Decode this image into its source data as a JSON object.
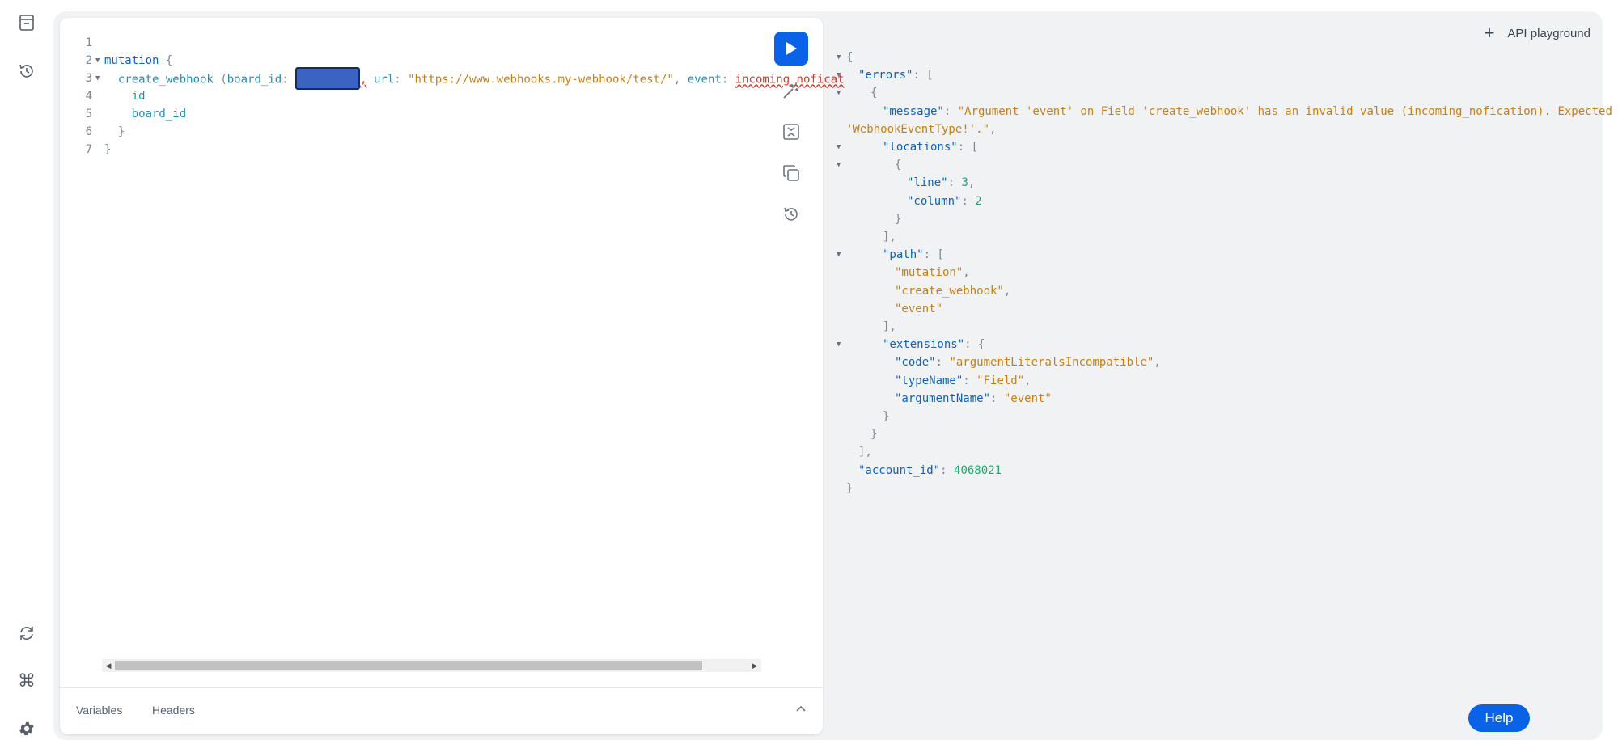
{
  "sidebar": {
    "top_icons": [
      "document-icon",
      "history-icon"
    ],
    "bottom_icons": [
      "refresh-icon",
      "command-icon",
      "gear-icon"
    ]
  },
  "editor": {
    "line_numbers": [
      "1",
      "2",
      "3",
      "4",
      "5",
      "6",
      "7"
    ],
    "code": {
      "l2_keyword": "mutation",
      "l2_brace": "{",
      "l3_field": "create_webhook",
      "l3_paren": "(",
      "l3_arg1": "board_id",
      "l3_colon": ":",
      "l3_comma": ",",
      "l3_arg2": "url",
      "l3_url": "\"https://www.webhooks.my-webhook/test/\"",
      "l3_arg3": "event",
      "l3_event_value": "incoming_noficat",
      "l4": "id",
      "l5": "board_id",
      "l6": "}",
      "l7": "}"
    },
    "tools": [
      "run-icon",
      "prettify-icon",
      "merge-fragments-icon",
      "copy-icon",
      "history-icon"
    ]
  },
  "bottom_tabs": {
    "variables": "Variables",
    "headers": "Headers"
  },
  "result": {
    "lines": [
      {
        "fold": true,
        "indent": 0,
        "parts": [
          {
            "c": "rp",
            "t": "{"
          }
        ]
      },
      {
        "fold": true,
        "indent": 1,
        "parts": [
          {
            "c": "rk",
            "t": "\"errors\""
          },
          {
            "c": "rp",
            "t": ": ["
          }
        ]
      },
      {
        "fold": true,
        "indent": 2,
        "parts": [
          {
            "c": "rp",
            "t": "{"
          }
        ]
      },
      {
        "fold": false,
        "indent": 3,
        "parts": [
          {
            "c": "rk",
            "t": "\"message\""
          },
          {
            "c": "rp",
            "t": ": "
          },
          {
            "c": "rs",
            "t": "\"Argument 'event' on Field 'create_webhook' has an invalid value (incoming_nofication). Expected type"
          }
        ]
      },
      {
        "fold": false,
        "indent": 0,
        "parts": [
          {
            "c": "rs",
            "t": "'WebhookEventType!'.\""
          },
          {
            "c": "rp",
            "t": ","
          }
        ]
      },
      {
        "fold": true,
        "indent": 3,
        "parts": [
          {
            "c": "rk",
            "t": "\"locations\""
          },
          {
            "c": "rp",
            "t": ": ["
          }
        ]
      },
      {
        "fold": true,
        "indent": 4,
        "parts": [
          {
            "c": "rp",
            "t": "{"
          }
        ]
      },
      {
        "fold": false,
        "indent": 5,
        "parts": [
          {
            "c": "rk",
            "t": "\"line\""
          },
          {
            "c": "rp",
            "t": ": "
          },
          {
            "c": "rn",
            "t": "3"
          },
          {
            "c": "rp",
            "t": ","
          }
        ]
      },
      {
        "fold": false,
        "indent": 5,
        "parts": [
          {
            "c": "rk",
            "t": "\"column\""
          },
          {
            "c": "rp",
            "t": ": "
          },
          {
            "c": "rn",
            "t": "2"
          }
        ]
      },
      {
        "fold": false,
        "indent": 4,
        "parts": [
          {
            "c": "rp",
            "t": "}"
          }
        ]
      },
      {
        "fold": false,
        "indent": 3,
        "parts": [
          {
            "c": "rp",
            "t": "],"
          }
        ]
      },
      {
        "fold": true,
        "indent": 3,
        "parts": [
          {
            "c": "rk",
            "t": "\"path\""
          },
          {
            "c": "rp",
            "t": ": ["
          }
        ]
      },
      {
        "fold": false,
        "indent": 4,
        "parts": [
          {
            "c": "rs",
            "t": "\"mutation\""
          },
          {
            "c": "rp",
            "t": ","
          }
        ]
      },
      {
        "fold": false,
        "indent": 4,
        "parts": [
          {
            "c": "rs",
            "t": "\"create_webhook\""
          },
          {
            "c": "rp",
            "t": ","
          }
        ]
      },
      {
        "fold": false,
        "indent": 4,
        "parts": [
          {
            "c": "rs",
            "t": "\"event\""
          }
        ]
      },
      {
        "fold": false,
        "indent": 3,
        "parts": [
          {
            "c": "rp",
            "t": "],"
          }
        ]
      },
      {
        "fold": true,
        "indent": 3,
        "parts": [
          {
            "c": "rk",
            "t": "\"extensions\""
          },
          {
            "c": "rp",
            "t": ": {"
          }
        ]
      },
      {
        "fold": false,
        "indent": 4,
        "parts": [
          {
            "c": "rk",
            "t": "\"code\""
          },
          {
            "c": "rp",
            "t": ": "
          },
          {
            "c": "rs",
            "t": "\"argumentLiteralsIncompatible\""
          },
          {
            "c": "rp",
            "t": ","
          }
        ]
      },
      {
        "fold": false,
        "indent": 4,
        "parts": [
          {
            "c": "rk",
            "t": "\"typeName\""
          },
          {
            "c": "rp",
            "t": ": "
          },
          {
            "c": "rs",
            "t": "\"Field\""
          },
          {
            "c": "rp",
            "t": ","
          }
        ]
      },
      {
        "fold": false,
        "indent": 4,
        "parts": [
          {
            "c": "rk",
            "t": "\"argumentName\""
          },
          {
            "c": "rp",
            "t": ": "
          },
          {
            "c": "rs",
            "t": "\"event\""
          }
        ]
      },
      {
        "fold": false,
        "indent": 3,
        "parts": [
          {
            "c": "rp",
            "t": "}"
          }
        ]
      },
      {
        "fold": false,
        "indent": 2,
        "parts": [
          {
            "c": "rp",
            "t": "}"
          }
        ]
      },
      {
        "fold": false,
        "indent": 1,
        "parts": [
          {
            "c": "rp",
            "t": "],"
          }
        ]
      },
      {
        "fold": false,
        "indent": 1,
        "parts": [
          {
            "c": "rk",
            "t": "\"account_id\""
          },
          {
            "c": "rp",
            "t": ": "
          },
          {
            "c": "rn",
            "t": "4068021"
          }
        ]
      },
      {
        "fold": false,
        "indent": 0,
        "parts": [
          {
            "c": "rp",
            "t": "}"
          }
        ]
      }
    ]
  },
  "header": {
    "api_playground_label": "API playground",
    "plus": "+"
  },
  "help_label": "Help",
  "colors": {
    "accent": "#0a63e6",
    "keyword": "#0f62b5",
    "string": "#c98012",
    "number": "#29a36b",
    "error": "#d33a2c"
  }
}
